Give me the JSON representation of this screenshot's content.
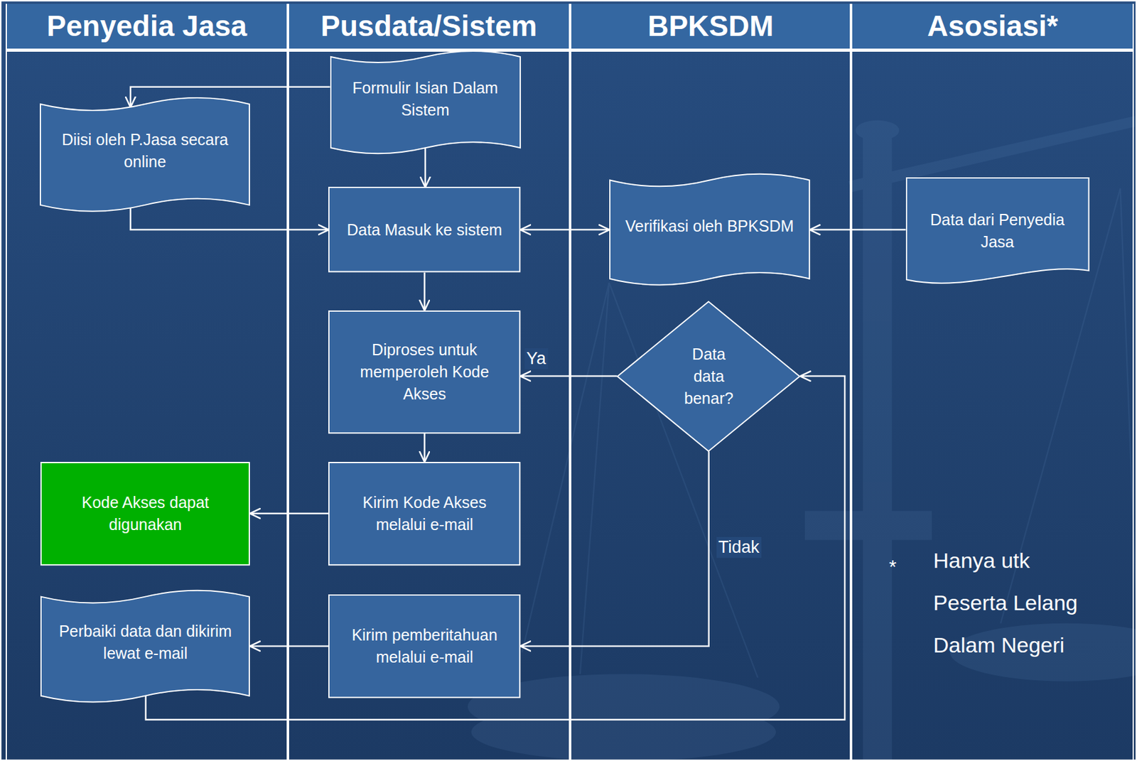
{
  "diagram": {
    "nodes": [
      {
        "text": [
          "Penyedia Jasa"
        ]
      },
      {
        "text": [
          "Pusdata/Sistem"
        ]
      },
      {
        "text": [
          "BPKSDM"
        ]
      },
      {
        "text": [
          "Asosiasi*"
        ]
      },
      {
        "text": [
          "Formulir Isian Dalam Sistem"
        ],
        "in": 1
      },
      {
        "text": [
          "Diisi oleh P.Jasa secara online"
        ],
        "in": 0
      },
      {
        "text": [
          "Data Masuk ke sistem"
        ],
        "in": 1
      },
      {
        "text": [
          "Verifikasi oleh BPKSDM"
        ],
        "in": 2
      },
      {
        "text": [
          "Data dari Penyedia Jasa"
        ],
        "in": 3
      },
      {
        "text": [
          "Data data benar?"
        ],
        "in": 2
      },
      {
        "text": [
          "Diproses untuk memperoleh Kode Akses"
        ],
        "in": 1
      },
      {
        "text": [
          "Kode Akses dapat digunakan"
        ],
        "in": 0
      },
      {
        "text": [
          "Kirim Kode Akses melalui e-mail"
        ],
        "in": 1
      },
      {
        "text": [
          "Perbaiki data dan dikirim lewat e-mail"
        ],
        "in": 0
      },
      {
        "text": [
          "Kirim pemberitahuan melalui e-mail"
        ],
        "in": 1
      }
    ],
    "edges": [
      {
        "from": 4,
        "to": 5,
        "arrow": "to"
      },
      {
        "from": 5,
        "to": 6,
        "arrow": "to"
      },
      {
        "from": 4,
        "to": 6,
        "arrow": "to"
      },
      {
        "from": 6,
        "to": 7,
        "arrow": "both"
      },
      {
        "from": 8,
        "to": 7,
        "arrow": "to"
      },
      {
        "from": 6,
        "to": 10,
        "arrow": "to"
      },
      {
        "from": 9,
        "to": 10,
        "label": "Ya",
        "arrow": "to"
      },
      {
        "from": 10,
        "to": 12,
        "arrow": "to"
      },
      {
        "from": 12,
        "to": 11,
        "arrow": "to"
      },
      {
        "from": 9,
        "to": 14,
        "label": "Tidak",
        "arrow": "to"
      },
      {
        "from": 14,
        "to": 13,
        "arrow": "to"
      },
      {
        "from": 13,
        "to": 9,
        "arrow": "to"
      }
    ],
    "labels": [
      "*",
      "Hanya utk Peserta Lelang Dalam Negeri"
    ]
  }
}
